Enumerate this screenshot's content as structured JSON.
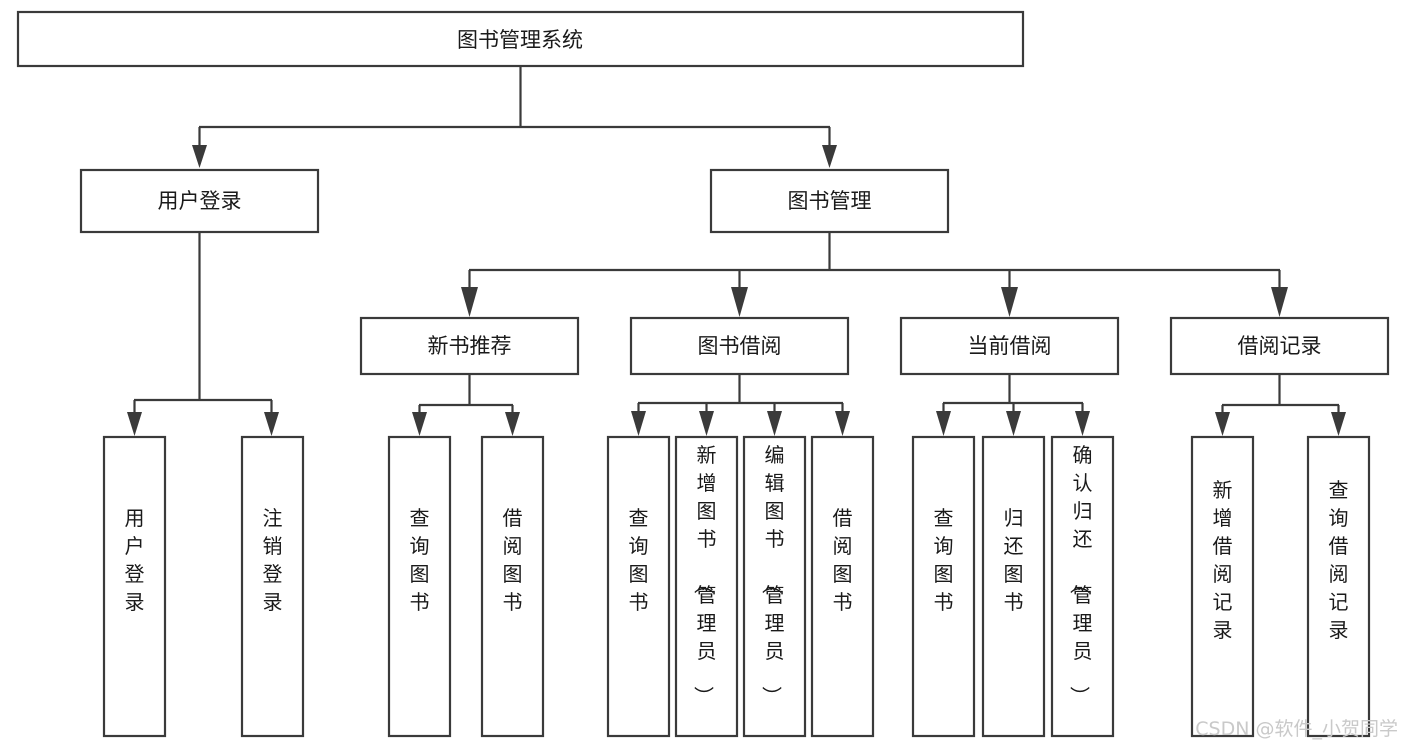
{
  "diagram": {
    "kind": "functional-structure-tree",
    "title": "图书管理系统",
    "root": {
      "label": "图书管理系统"
    },
    "level1": [
      {
        "id": "user-login",
        "label": "用户登录"
      },
      {
        "id": "book-management",
        "label": "图书管理"
      }
    ],
    "level2": [
      {
        "id": "new-book-recommend",
        "label": "新书推荐",
        "parent": "book-management"
      },
      {
        "id": "book-borrow",
        "label": "图书借阅",
        "parent": "book-management"
      },
      {
        "id": "current-borrow",
        "label": "当前借阅",
        "parent": "book-management"
      },
      {
        "id": "borrow-record",
        "label": "借阅记录",
        "parent": "book-management"
      }
    ],
    "leaves": {
      "user-login": [
        {
          "id": "leaf-user-login",
          "label": "用户登录"
        },
        {
          "id": "leaf-user-logout",
          "label": "注销登录"
        }
      ],
      "new-book-recommend": [
        {
          "id": "leaf-query-book-1",
          "label": "查询图书"
        },
        {
          "id": "leaf-borrow-book-1",
          "label": "借阅图书"
        }
      ],
      "book-borrow": [
        {
          "id": "leaf-query-book-2",
          "label": "查询图书"
        },
        {
          "id": "leaf-add-book",
          "label": "新增图书（管理员）"
        },
        {
          "id": "leaf-edit-book",
          "label": "编辑图书（管理员）"
        },
        {
          "id": "leaf-borrow-book-2",
          "label": "借阅图书"
        }
      ],
      "current-borrow": [
        {
          "id": "leaf-query-book-3",
          "label": "查询图书"
        },
        {
          "id": "leaf-return-book",
          "label": "归还图书"
        },
        {
          "id": "leaf-confirm-return",
          "label": "确认归还（管理员）"
        }
      ],
      "borrow-record": [
        {
          "id": "leaf-add-record",
          "label": "新增借阅记录"
        },
        {
          "id": "leaf-query-record",
          "label": "查询借阅记录"
        }
      ]
    },
    "colors": {
      "box_stroke": "#3a3a3a",
      "box_fill": "#ffffff",
      "text": "#1a1a1a",
      "background": "#ffffff",
      "watermark": "#c9c9c9"
    }
  },
  "watermark": {
    "text": "CSDN @软件_小贺同学"
  }
}
